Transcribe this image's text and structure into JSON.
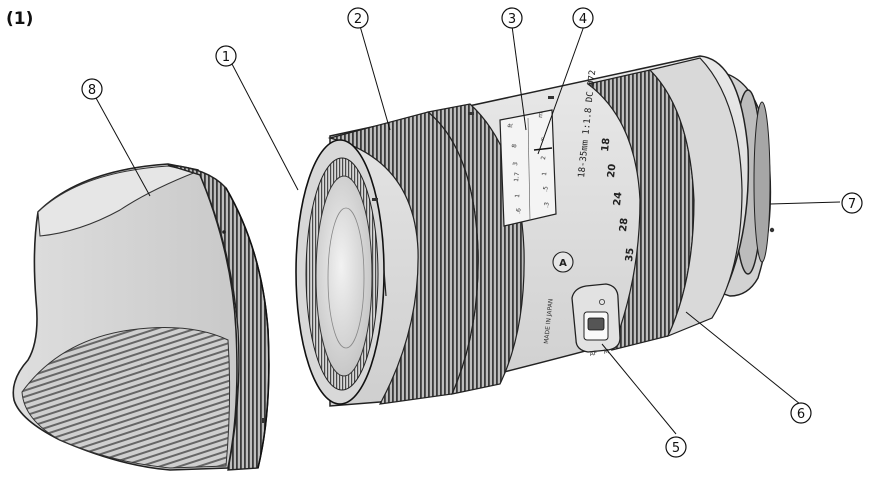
{
  "figure": {
    "label": "(1)",
    "callouts": [
      {
        "num": "1",
        "glyph": "①"
      },
      {
        "num": "2",
        "glyph": "②"
      },
      {
        "num": "3",
        "glyph": "③"
      },
      {
        "num": "4",
        "glyph": "④"
      },
      {
        "num": "5",
        "glyph": "⑤"
      },
      {
        "num": "6",
        "glyph": "⑥"
      },
      {
        "num": "7",
        "glyph": "⑦"
      },
      {
        "num": "8",
        "glyph": "⑧"
      }
    ]
  },
  "lens": {
    "spec": "18-35mm 1:1.8 DC Ø72",
    "zoom_scale": [
      "18",
      "20",
      "24",
      "28",
      "35"
    ],
    "distance_scale_m": [
      "∞",
      "2",
      "1",
      ".5",
      ".3"
    ],
    "distance_scale_ft": [
      "8",
      "3",
      "1.7",
      "1",
      ".6"
    ],
    "distance_units": [
      "ft",
      "m"
    ],
    "badge": "A",
    "made_in": "MADE IN JAPAN",
    "switch_labels": [
      "AF",
      "M"
    ]
  }
}
